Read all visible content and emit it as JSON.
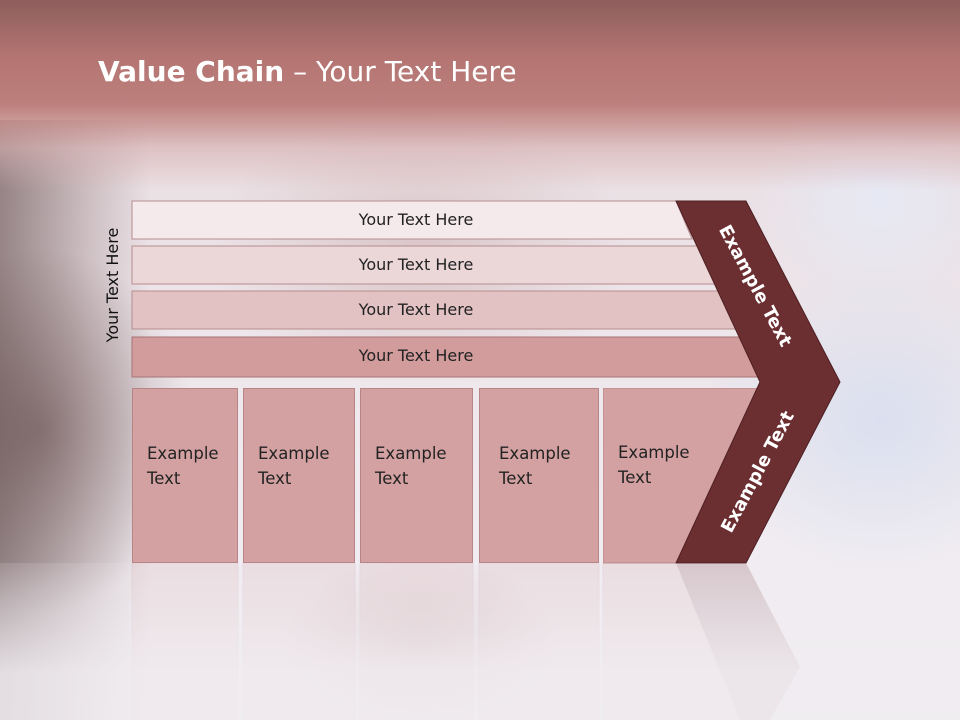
{
  "slide": {
    "title_bold": "Value Chain",
    "title_rest": " – Your Text Here",
    "side_label": "Your Text Here",
    "rows": [
      {
        "label": "Your Text Here",
        "color": "#f4e9eb"
      },
      {
        "label": "Your Text Here",
        "color": "#ebd6d8"
      },
      {
        "label": "Your Text Here",
        "color": "#e2c2c3"
      },
      {
        "label": "Your Text Here",
        "color": "#d29b9c"
      }
    ],
    "boxes": [
      {
        "line1": "Example",
        "line2": "Text"
      },
      {
        "line1": "Example",
        "line2": "Text"
      },
      {
        "line1": "Example",
        "line2": "Text"
      },
      {
        "line1": "Example",
        "line2": "Text"
      },
      {
        "line1": "Example",
        "line2": "Text"
      }
    ],
    "chevron_upper_text": "Example Text",
    "chevron_lower_text": "Example Text",
    "colors": {
      "header": "#b47572",
      "chevron": "#6b2f32",
      "box": "#d4a1a2"
    }
  }
}
